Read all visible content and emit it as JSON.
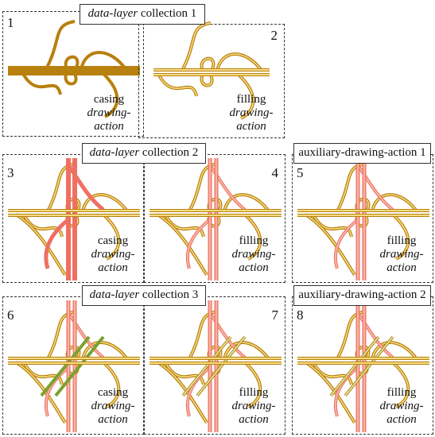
{
  "headers": {
    "g1": {
      "italic": "data-layer",
      "rest": " collection 1"
    },
    "g2": {
      "italic": "data-layer",
      "rest": " collection 2"
    },
    "g3": {
      "italic": "data-layer",
      "rest": " collection 3"
    },
    "a1": {
      "text": "auxiliary-drawing-action 1"
    },
    "a2": {
      "text": "auxiliary-drawing-action 2"
    }
  },
  "panels": [
    {
      "num": "1",
      "cap1": "casing",
      "cap2": "drawing-",
      "cap3": "action"
    },
    {
      "num": "2",
      "cap1": "filling",
      "cap2": "drawing-",
      "cap3": "action"
    },
    {
      "num": "3",
      "cap1": "casing",
      "cap2": "drawing-",
      "cap3": "action"
    },
    {
      "num": "4",
      "cap1": "filling",
      "cap2": "drawing-",
      "cap3": "action"
    },
    {
      "num": "5",
      "cap1": "filling",
      "cap2": "drawing-",
      "cap3": "action"
    },
    {
      "num": "6",
      "cap1": "casing",
      "cap2": "drawing-",
      "cap3": "action"
    },
    {
      "num": "7",
      "cap1": "filling",
      "cap2": "drawing-",
      "cap3": "action"
    },
    {
      "num": "8",
      "cap1": "filling",
      "cap2": "drawing-",
      "cap3": "action"
    }
  ],
  "colors": {
    "casing_brown": "#b8800f",
    "filling_yellow": "#f7dc82",
    "casing_red": "#ee7062",
    "filling_pink": "#f6b4a4",
    "casing_green": "#7aa22e",
    "filling_lightgreen": "#dcefa8",
    "border": "#333333"
  }
}
